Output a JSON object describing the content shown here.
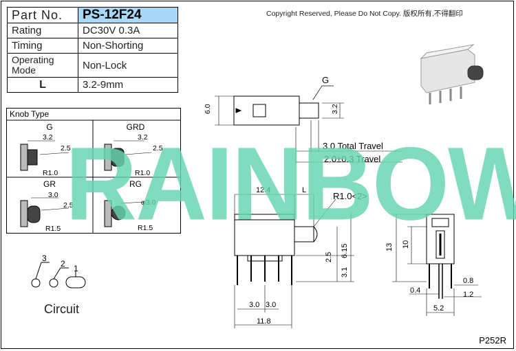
{
  "spec": {
    "part_no_label": "Part No.",
    "part_no_value": "PS-12F24",
    "rating_label": "Rating",
    "rating_value": "DC30V 0.3A",
    "timing_label": "Timing",
    "timing_value": "Non-Shorting",
    "operating_mode_label_1": "Operating",
    "operating_mode_label_2": "Mode",
    "operating_mode_value": "Non-Lock",
    "l_label": "L",
    "l_value": "3.2-9mm"
  },
  "copyright": "Copyright Reserved, Please Do Not Copy. 版权所有,不得翻印",
  "knob": {
    "title": "Knob Type",
    "types": [
      "G",
      "GRD",
      "GR",
      "RG"
    ],
    "dims": {
      "g_top": "3.2",
      "g_side": "2.5",
      "g_r": "R1.0",
      "grd_top": "3.2",
      "grd_side": "2.5",
      "grd_r": "R1.0",
      "gr_top": "3.0",
      "gr_side": "2.5",
      "gr_r": "R1.5",
      "rg_top": "φ3.0",
      "rg_r": "R1.5"
    }
  },
  "drawing": {
    "g_label": "G",
    "dim_60": "6.0",
    "dim_32": "3.2",
    "travel_total": "3.0 Total Travel",
    "travel": "2.0±0.3 Travel",
    "dim_124": "12.4",
    "dim_l": "L",
    "r10": "R1.0<2>",
    "dim_25": "2.5",
    "dim_615": "6.15",
    "dim_31": "3.1",
    "dim_30a": "3.0",
    "dim_30b": "3.0",
    "dim_118": "11.8",
    "dim_13": "13",
    "dim_10": "10",
    "dim_08": "0.8",
    "dim_04": "0.4",
    "dim_12": "1.2",
    "dim_52": "5.2"
  },
  "circuit": {
    "label": "Circuit",
    "pins": [
      "3",
      "2",
      "1"
    ]
  },
  "watermark": "RAINBOW",
  "page_code": "P252R",
  "colors": {
    "header_fill": "#a8d8f5",
    "watermark": "#66d4b0"
  }
}
